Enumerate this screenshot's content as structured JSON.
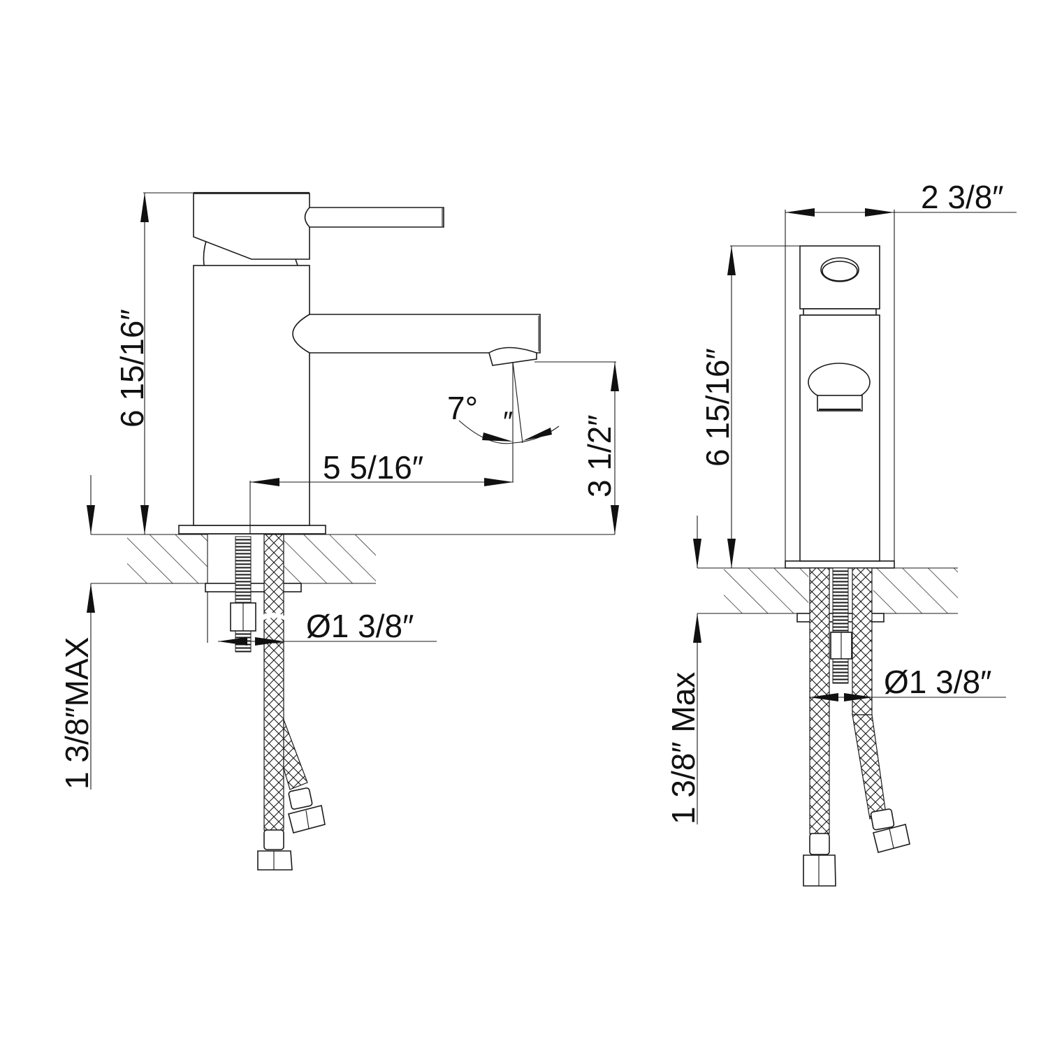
{
  "drawing": {
    "title": "Single-handle bathroom faucet dimension drawing",
    "line_color": "#1a1a1a",
    "background": "#ffffff"
  },
  "front_view": {
    "height_label": "6 15/16″",
    "spout_reach_label": "5 5/16″",
    "spout_height_label": "3 1/2″",
    "spray_angle_label": "7°",
    "angle_tick_label": "″",
    "deck_thickness_label": "1 3/8″MAX",
    "hole_diameter_label": "Ø1 3/8″"
  },
  "side_view": {
    "width_label": "2 3/8″",
    "height_label": "6 15/16″",
    "deck_thickness_label": "1 3/8″ Max",
    "hole_diameter_label": "Ø1 3/8″"
  }
}
